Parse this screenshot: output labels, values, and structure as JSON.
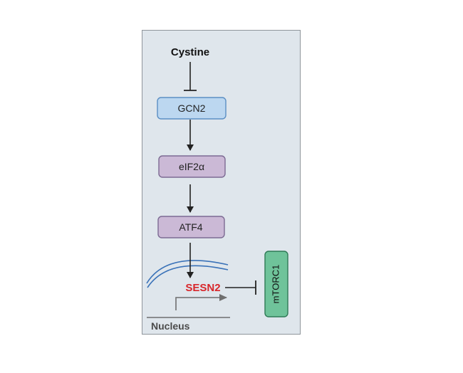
{
  "diagram": {
    "cystine_label": "Cystine",
    "gcn2_label": "GCN2",
    "eif2a_label": "eIF2α",
    "atf4_label": "ATF4",
    "sesn2_label": "SESN2",
    "mtorc1_label": "mTORC1",
    "nucleus_label": "Nucleus"
  },
  "colors": {
    "panel_bg": "#dfe6ec",
    "gcn2_fill": "#bcd7f0",
    "gcn2_stroke": "#5b8fc4",
    "purple_fill": "#cbb9d6",
    "purple_stroke": "#7c6a93",
    "mtorc1_fill": "#6fc39a",
    "mtorc1_stroke": "#2f7a56",
    "sesn2_text": "#d8262a",
    "membrane": "#3a72b8"
  }
}
